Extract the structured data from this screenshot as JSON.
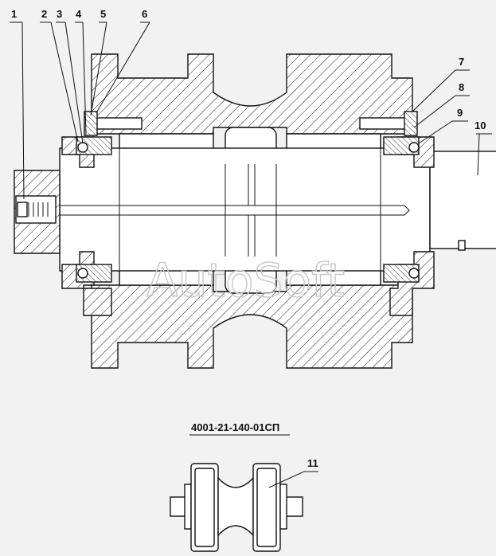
{
  "callouts": [
    "1",
    "2",
    "3",
    "4",
    "5",
    "6",
    "7",
    "8",
    "9",
    "10",
    "11"
  ],
  "assembly_designation": "4001-21-140-01СП",
  "watermark": "AutoSoft",
  "colors": {
    "background": "#f2f2f2",
    "line": "#111111",
    "part_fill": "#ffffff",
    "watermark": "#c8c8c8"
  }
}
